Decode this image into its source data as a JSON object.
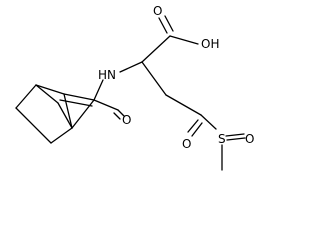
{
  "structure": {
    "type": "chemical-structure",
    "atom_labels": {
      "hydroxyl": "OH",
      "carbonyl_oxygen_acid": "O",
      "amide_nitrogen": "HN",
      "carbonyl_oxygen_amide": "O",
      "sulfur": "S",
      "sulfonyl_oxygen_left": "O",
      "sulfonyl_oxygen_right": "O"
    }
  }
}
